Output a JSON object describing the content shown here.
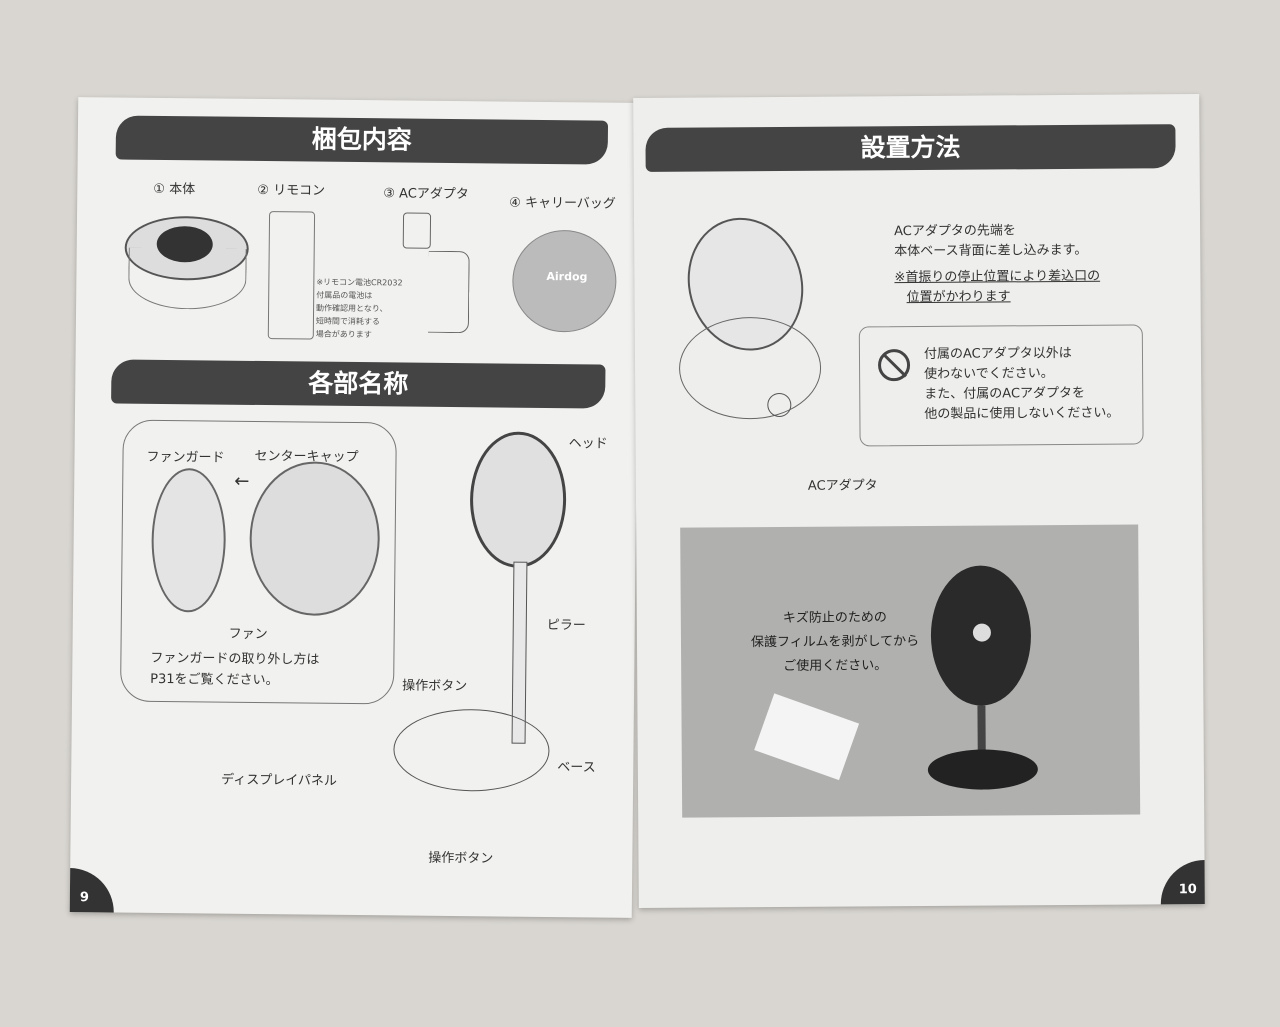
{
  "left_page": {
    "contents_title": "梱包内容",
    "items": [
      "① 本体",
      "② リモコン",
      "③ ACアダプタ",
      "④ キャリーバッグ"
    ],
    "remote_note": [
      "※リモコン電池CR2032",
      "付属品の電池は",
      "動作確認用となり、",
      "短時間で消耗する",
      "場合があります"
    ],
    "bag_logo": "Airdog",
    "parts_title": "各部名称",
    "labels": {
      "fan_guard": "ファンガード",
      "center_cap": "センターキャップ",
      "fan": "ファン",
      "head": "ヘッド",
      "pillar": "ピラー",
      "button_top": "操作ボタン",
      "display": "ディスプレイパネル",
      "base": "ベース",
      "button_bottom": "操作ボタン"
    },
    "removal_note": [
      "ファンガードの取り外し方は",
      "P31をご覧ください。"
    ],
    "page_number": "9"
  },
  "right_page": {
    "title": "設置方法",
    "instruction": [
      "ACアダプタの先端を",
      "本体ベース背面に差し込みます。"
    ],
    "note": [
      "※首振りの停止位置により差込口の",
      "位置がかわります"
    ],
    "warning": [
      "付属のACアダプタ以外は",
      "使わないでください。",
      "また、付属のACアダプタを",
      "他の製品に使用しないください。"
    ],
    "adapter_label": "ACアダプタ",
    "photo_caption": [
      "キズ防止のための",
      "保護フィルムを剥がしてから",
      "ご使用ください。"
    ],
    "page_number": "10"
  }
}
